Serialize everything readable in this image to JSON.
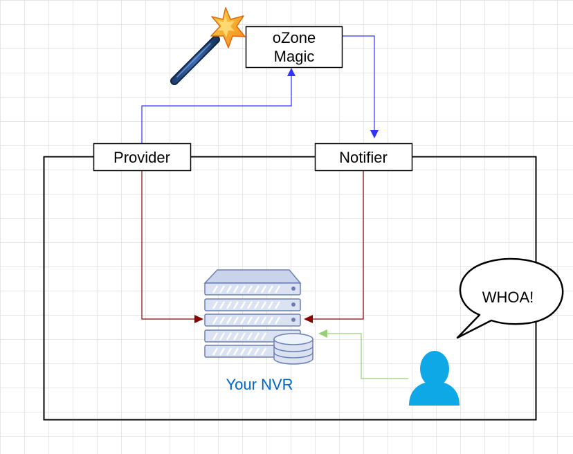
{
  "boxes": {
    "ozone": {
      "line1": "oZone",
      "line2": "Magic"
    },
    "provider": "Provider",
    "notifier": "Notifier"
  },
  "server_label": "Your NVR",
  "speech_bubble": "WHOA!",
  "icons": {
    "wand": "magic-wand-icon",
    "server": "server-database-icon",
    "user": "user-icon"
  },
  "colors": {
    "blue_connector": "#3333ff",
    "red_connector": "#8b0000",
    "green_connector": "#97d077",
    "nvr_label": "#0066cc",
    "user_icon": "#0fa8e6",
    "server_fill": "#dbe3f2",
    "server_stroke": "#6b7fb3"
  }
}
